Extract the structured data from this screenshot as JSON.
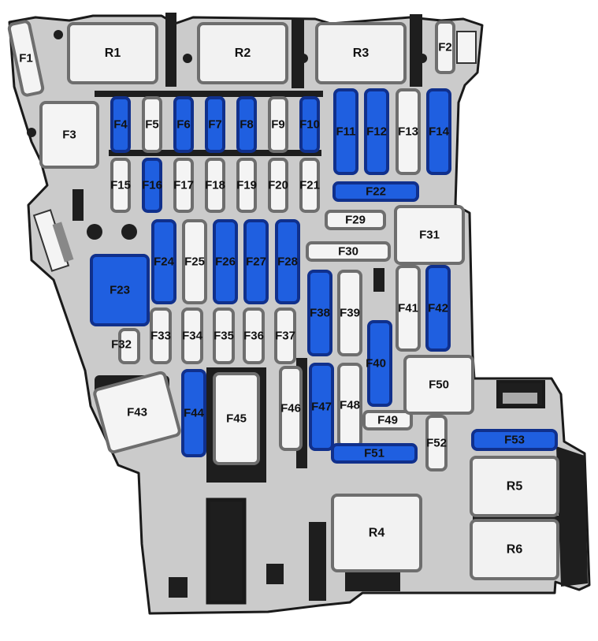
{
  "colors": {
    "housing": "#cbcbcb",
    "outline": "#1a1a1a",
    "relay_fill": "#f2f2f2",
    "relay_border": "#6e6e6e",
    "fuse_blue": "#1f5fe0",
    "fuse_blue_border": "#10308c",
    "fuse_white": "#f4f4f4",
    "fuse_white_border": "#6e6e6e"
  },
  "relays": [
    {
      "id": "R1",
      "label": "R1"
    },
    {
      "id": "R2",
      "label": "R2"
    },
    {
      "id": "R3",
      "label": "R3"
    },
    {
      "id": "R4",
      "label": "R4"
    },
    {
      "id": "R5",
      "label": "R5"
    },
    {
      "id": "R6",
      "label": "R6"
    }
  ],
  "fuses": [
    {
      "id": "F1",
      "label": "F1",
      "color": "white"
    },
    {
      "id": "F2",
      "label": "F2",
      "color": "white"
    },
    {
      "id": "F3",
      "label": "F3",
      "color": "white"
    },
    {
      "id": "F4",
      "label": "F4",
      "color": "blue"
    },
    {
      "id": "F5",
      "label": "F5",
      "color": "white"
    },
    {
      "id": "F6",
      "label": "F6",
      "color": "blue"
    },
    {
      "id": "F7",
      "label": "F7",
      "color": "blue"
    },
    {
      "id": "F8",
      "label": "F8",
      "color": "blue"
    },
    {
      "id": "F9",
      "label": "F9",
      "color": "white"
    },
    {
      "id": "F10",
      "label": "F10",
      "color": "blue"
    },
    {
      "id": "F11",
      "label": "F11",
      "color": "blue"
    },
    {
      "id": "F12",
      "label": "F12",
      "color": "blue"
    },
    {
      "id": "F13",
      "label": "F13",
      "color": "white"
    },
    {
      "id": "F14",
      "label": "F14",
      "color": "blue"
    },
    {
      "id": "F15",
      "label": "F15",
      "color": "white"
    },
    {
      "id": "F16",
      "label": "F16",
      "color": "blue"
    },
    {
      "id": "F17",
      "label": "F17",
      "color": "white"
    },
    {
      "id": "F18",
      "label": "F18",
      "color": "white"
    },
    {
      "id": "F19",
      "label": "F19",
      "color": "white"
    },
    {
      "id": "F20",
      "label": "F20",
      "color": "white"
    },
    {
      "id": "F21",
      "label": "F21",
      "color": "white"
    },
    {
      "id": "F22",
      "label": "F22",
      "color": "blue"
    },
    {
      "id": "F23",
      "label": "F23",
      "color": "blue"
    },
    {
      "id": "F24",
      "label": "F24",
      "color": "blue"
    },
    {
      "id": "F25",
      "label": "F25",
      "color": "white"
    },
    {
      "id": "F26",
      "label": "F26",
      "color": "blue"
    },
    {
      "id": "F27",
      "label": "F27",
      "color": "blue"
    },
    {
      "id": "F28",
      "label": "F28",
      "color": "blue"
    },
    {
      "id": "F29",
      "label": "F29",
      "color": "white"
    },
    {
      "id": "F30",
      "label": "F30",
      "color": "white"
    },
    {
      "id": "F31",
      "label": "F31",
      "color": "white"
    },
    {
      "id": "F32",
      "label": "F32",
      "color": "white"
    },
    {
      "id": "F33",
      "label": "F33",
      "color": "white"
    },
    {
      "id": "F34",
      "label": "F34",
      "color": "white"
    },
    {
      "id": "F35",
      "label": "F35",
      "color": "white"
    },
    {
      "id": "F36",
      "label": "F36",
      "color": "white"
    },
    {
      "id": "F37",
      "label": "F37",
      "color": "white"
    },
    {
      "id": "F38",
      "label": "F38",
      "color": "blue"
    },
    {
      "id": "F39",
      "label": "F39",
      "color": "white"
    },
    {
      "id": "F40",
      "label": "F40",
      "color": "blue"
    },
    {
      "id": "F41",
      "label": "F41",
      "color": "white"
    },
    {
      "id": "F42",
      "label": "F42",
      "color": "blue"
    },
    {
      "id": "F43",
      "label": "F43",
      "color": "white"
    },
    {
      "id": "F44",
      "label": "F44",
      "color": "blue"
    },
    {
      "id": "F45",
      "label": "F45",
      "color": "white"
    },
    {
      "id": "F46",
      "label": "F46",
      "color": "white"
    },
    {
      "id": "F47",
      "label": "F47",
      "color": "blue"
    },
    {
      "id": "F48",
      "label": "F48",
      "color": "white"
    },
    {
      "id": "F49",
      "label": "F49",
      "color": "white"
    },
    {
      "id": "F50",
      "label": "F50",
      "color": "white"
    },
    {
      "id": "F51",
      "label": "F51",
      "color": "blue"
    },
    {
      "id": "F52",
      "label": "F52",
      "color": "white"
    },
    {
      "id": "F53",
      "label": "F53",
      "color": "blue"
    }
  ]
}
